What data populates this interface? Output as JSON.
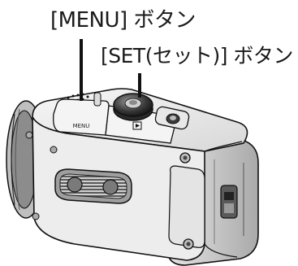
{
  "callouts": {
    "menu_button": "[MENU] ボタン",
    "set_button": "[SET(セット)] ボタン"
  },
  "camera": {
    "menu_key_label": "MENU",
    "playback_key_icon": "play-icon"
  },
  "colors": {
    "outline": "#111111",
    "body_light": "#f1f1f1",
    "body_mid": "#c9c9c9",
    "body_dark": "#6d6d6d",
    "lens": "#2a2a2a"
  }
}
